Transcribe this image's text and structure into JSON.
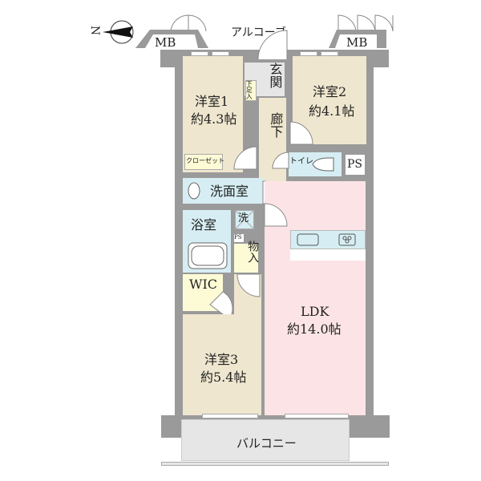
{
  "compass": {
    "north_label": "N",
    "icon": "north-arrow-icon"
  },
  "labels": {
    "alcove": "アルコーブ",
    "mb_left": "MB",
    "mb_right": "MB",
    "entrance": "玄関",
    "shoe_storage": "下足入",
    "hallway": "廊下",
    "closet": "クローゼット",
    "toilet": "トイレ",
    "ps_main": "PS",
    "ps_small": "PS",
    "washroom": "洗面室",
    "washer": "洗",
    "bathroom": "浴室",
    "storage": "物入",
    "wic": "WIC",
    "balcony": "バルコニー"
  },
  "rooms": [
    {
      "name": "洋室1",
      "size": "約4.3帖"
    },
    {
      "name": "洋室2",
      "size": "約4.1帖"
    },
    {
      "name": "洋室3",
      "size": "約5.4帖"
    },
    {
      "name": "LDK",
      "size": "約14.0帖"
    }
  ],
  "colors": {
    "wall": "#9a9a9a",
    "bedroom": "#efe6cf",
    "ldk": "#fce4e6",
    "wet_area": "#d6eef3",
    "storage": "#fdfbd6",
    "common": "#e6e6e6"
  }
}
